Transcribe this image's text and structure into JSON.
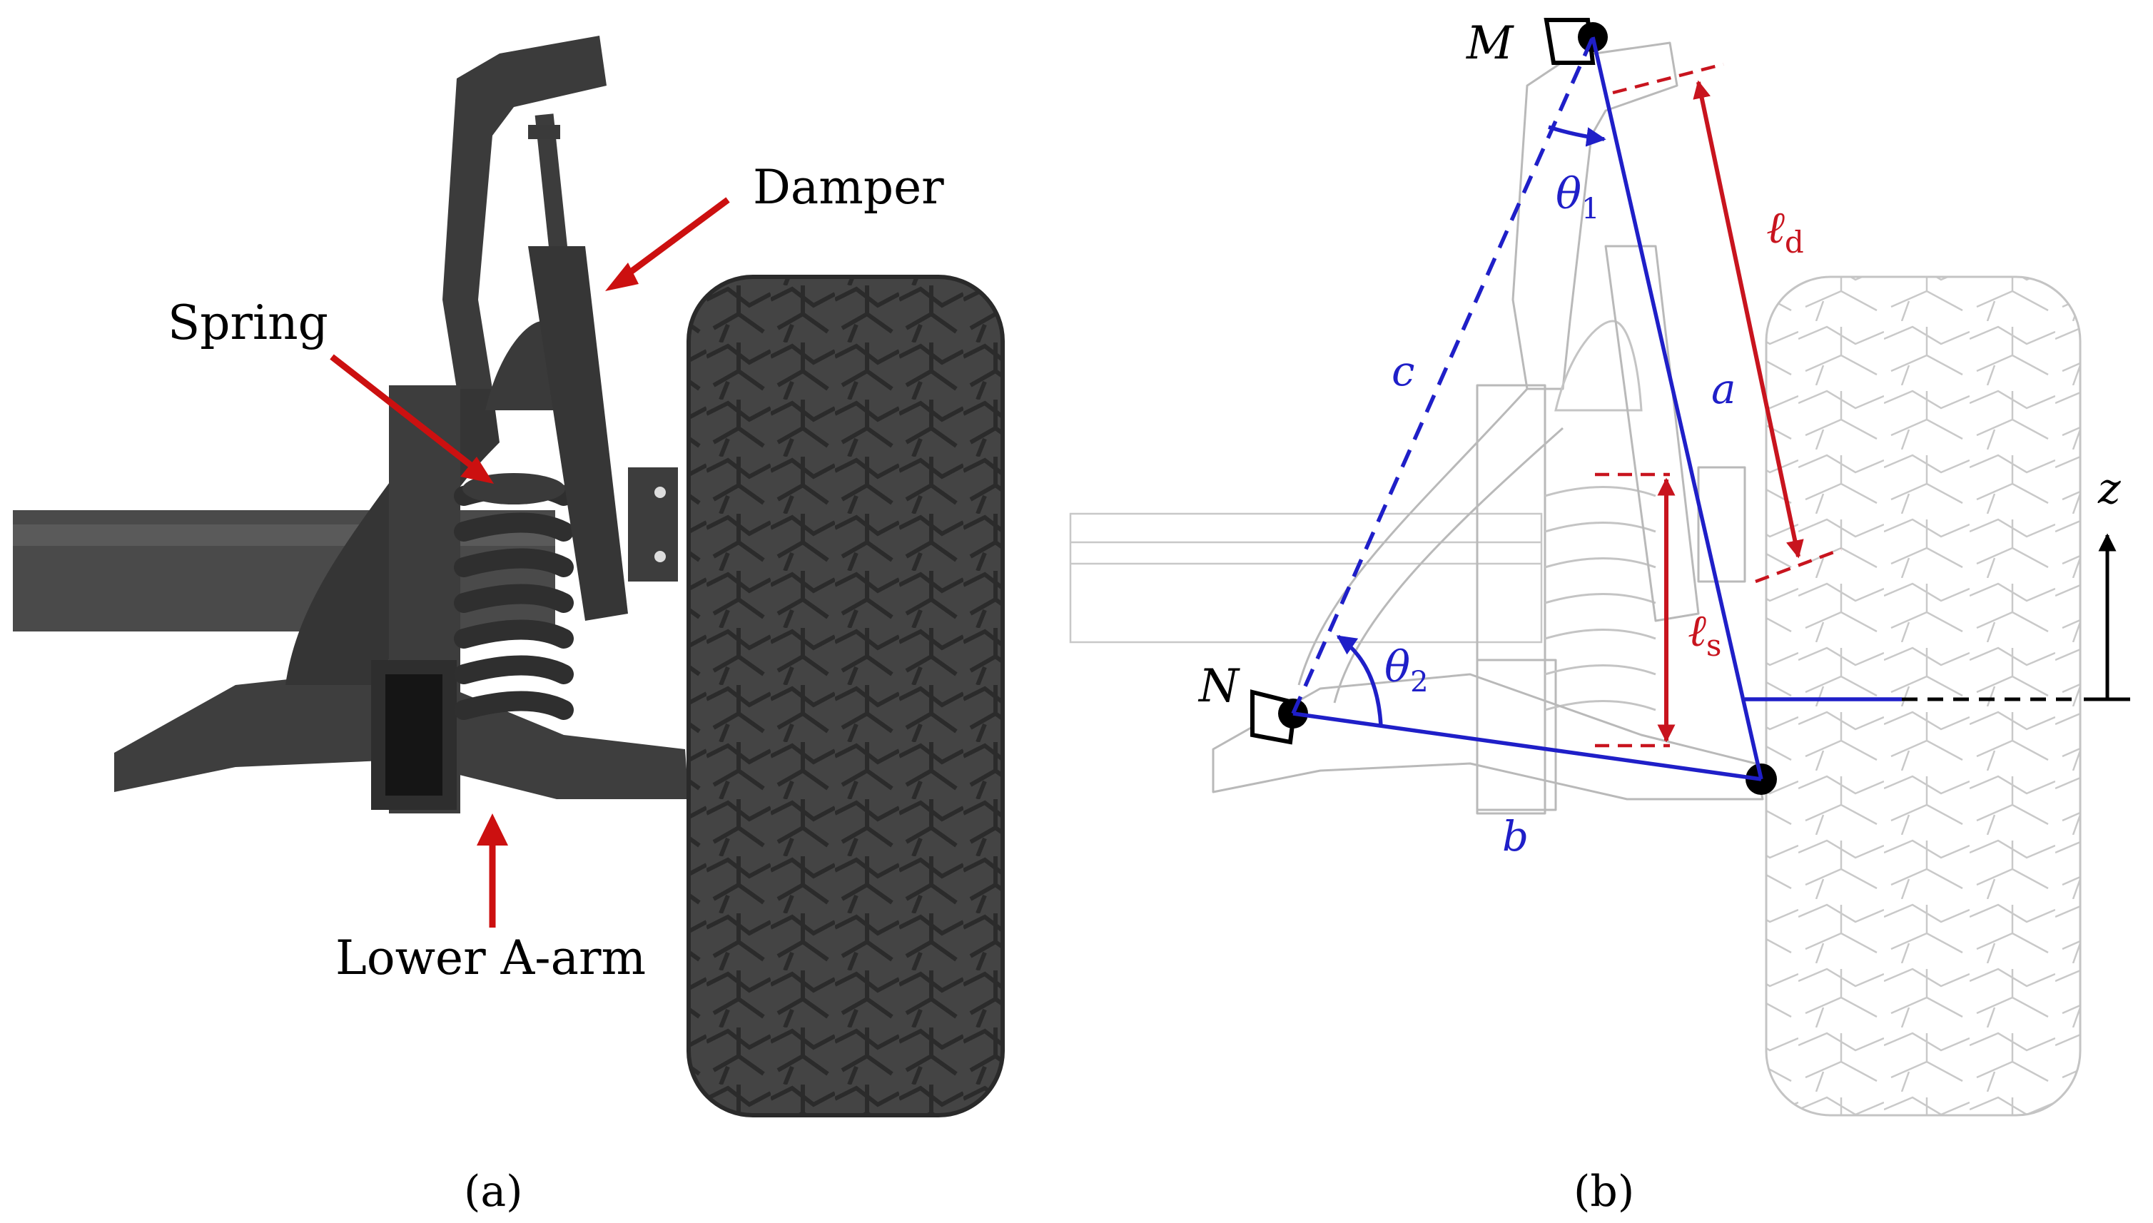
{
  "panel_a": {
    "caption": "(a)",
    "callouts": {
      "damper": "Damper",
      "spring": "Spring",
      "lower_arm": "Lower A-arm"
    }
  },
  "panel_b": {
    "caption": "(b)",
    "points": {
      "upper_pivot": "M",
      "lower_pivot": "N"
    },
    "links": {
      "a": "a",
      "b": "b",
      "c": "c"
    },
    "angles": {
      "theta1": {
        "symbol": "θ",
        "sub": "1"
      },
      "theta2": {
        "symbol": "θ",
        "sub": "2"
      }
    },
    "lengths": {
      "damper": {
        "symbol": "ℓ",
        "sub": "d"
      },
      "spring": {
        "symbol": "ℓ",
        "sub": "s"
      }
    },
    "axis": "z"
  },
  "colors": {
    "linkage_blue": "#1f1fc8",
    "dimension_red": "#c8141e",
    "callout_red": "#cc1010",
    "part_dark": "#3a3a3a",
    "outline_gray": "#b9b9b9"
  }
}
